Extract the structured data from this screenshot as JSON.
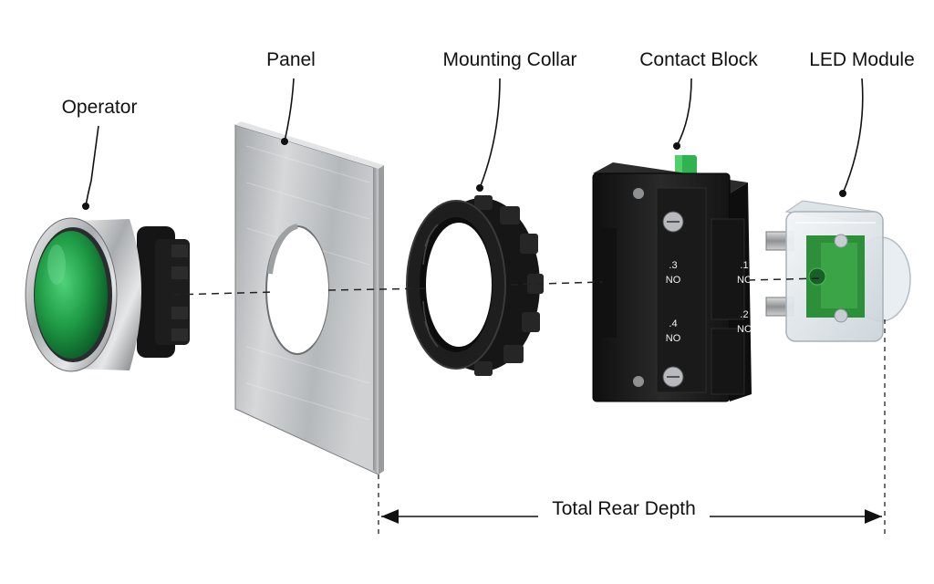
{
  "labels": {
    "operator": "Operator",
    "panel": "Panel",
    "mounting_collar": "Mounting Collar",
    "contact_block": "Contact Block",
    "led_module": "LED Module"
  },
  "terminals": {
    "t3_num": ".3",
    "t3_type": "NO",
    "t4_num": ".4",
    "t4_type": "NO",
    "t1_num": ".1",
    "t1_type": "NC",
    "t2_num": ".2",
    "t2_type": "NC"
  },
  "dimension": {
    "label": "Total Rear Depth"
  },
  "colors": {
    "button_green": "#1f9a45",
    "actuator_green": "#2fb24f",
    "pcb_green": "#2e8f3a",
    "plastic_black": "#1b1b1b",
    "panel_steel": "#b9bcbf"
  }
}
